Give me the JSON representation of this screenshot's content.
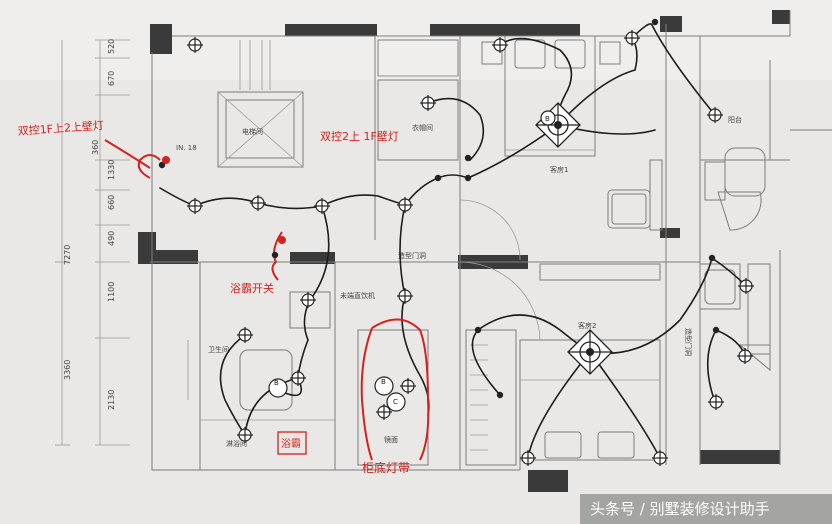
{
  "rooms": {
    "elevator": "电梯间",
    "elevator_dim": "IN. 18",
    "cloakroom": "衣帽间",
    "guest1": "客房1",
    "guest2": "客房2",
    "balcony": "阳台",
    "bath1": "卫生间",
    "shower": "淋浴间",
    "drink": "未端直饮机",
    "mirror": "镜面",
    "door1": "造型门洞",
    "door2": "造型门洞"
  },
  "dimensions": [
    "520",
    "670",
    "360",
    "1330",
    "660",
    "490",
    "7270",
    "1100",
    "3360",
    "2130"
  ],
  "annotations": {
    "dual1": "双控1F上2上壁灯",
    "dual2": "双控2上\n1F壁灯",
    "bath_switch": "浴霸开关",
    "cabinet_strip": "柜底灯带",
    "yuba": "浴霸"
  },
  "symbol_letters": {
    "b": "B",
    "c": "C"
  },
  "watermark": "头条号 / 别墅装修设计助手",
  "colors": {
    "red": "#d8201c",
    "ink": "#1d1d1d",
    "paper": "#e9e8e6"
  }
}
